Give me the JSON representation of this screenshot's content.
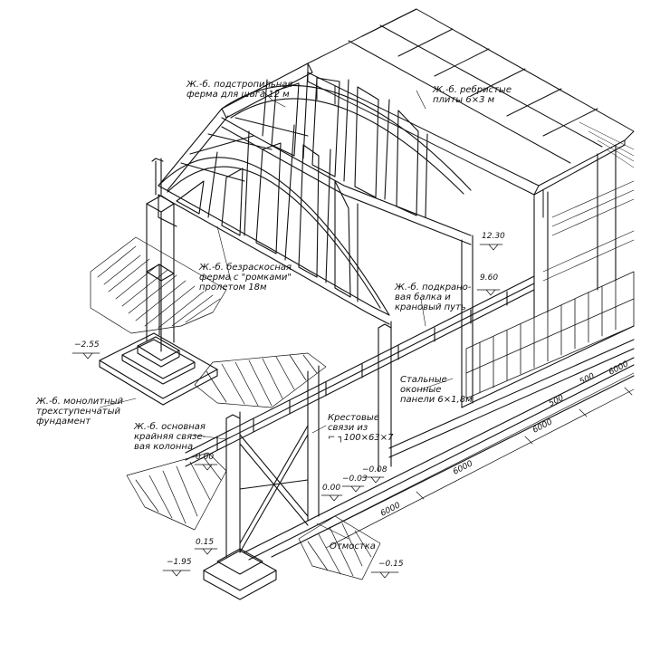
{
  "labels": {
    "truss_12m": "Ж.-б. подстропильная\nферма для шага 12 м",
    "ribbed_slabs": "Ж.-б. ребристые\nплиты 6×3 м",
    "truss_18m": "Ж.-б. безраскосная\nферма с \"ромками\"\nпролетом 18м",
    "crane_beam": "Ж.-б. подкрано-\nвая балка и\nкрановый путь",
    "foundation": "Ж.-б. монолитный\nтрехступенчатый\nфундамент",
    "column": "Ж.-б. основная\nкрайняя связе-\nвая колонна",
    "steel_panels": "Стальные\nоконные\nпанели 6×1,8м",
    "bracing": "Крестовые\nсвязи из\n⌐ ┐100×63×7",
    "blind_area": "Отмостка"
  },
  "elevations": {
    "e1230": "12.30",
    "e960": "9.60",
    "e255": "−2.55",
    "e000a": "0.00",
    "e015": "0.15",
    "e195": "−1.95",
    "e000b": "0.00",
    "e003": "−0.03",
    "e008": "−0.08",
    "e015b": "−0.15"
  },
  "dimensions": {
    "d1": "6000",
    "d2": "6000",
    "d3": "6000",
    "d4": "500",
    "d5": "500",
    "d6": "6000"
  }
}
